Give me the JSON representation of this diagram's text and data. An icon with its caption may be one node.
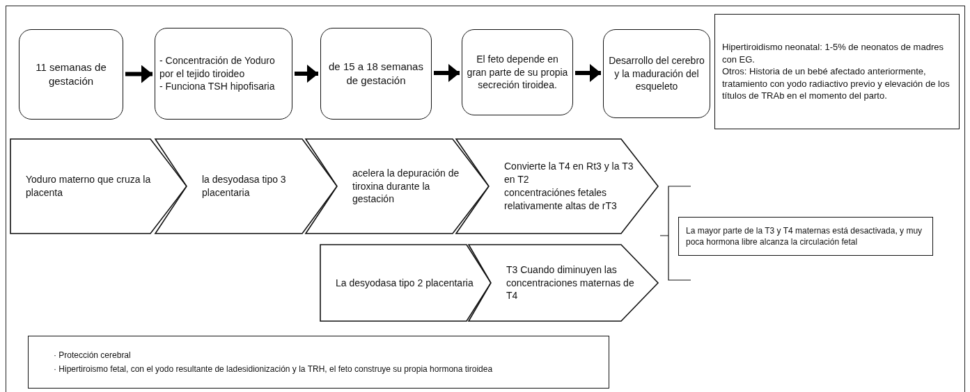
{
  "diagram": {
    "nodes": [
      {
        "text": [
          "11 semanas de gestación"
        ]
      },
      {
        "text": [
          "- Concentración de Yoduro por el tejido tiroideo",
          "- Funciona TSH hipofisaria"
        ]
      },
      {
        "text": [
          "de 15 a 18 semanas de gestación"
        ]
      },
      {
        "text": [
          "El feto depende en gran parte de su propia secreción tiroidea."
        ]
      },
      {
        "text": [
          "Desarrollo del cerebro y la maduración del esqueleto"
        ]
      },
      {
        "text": [
          "Hipertiroidismo neonatal: 1-5% de neonatos de madres con EG.",
          "Otros: Historia de un bebé afectado anteriormente, tratamiento con yodo radiactivo previo y elevación de los títulos de TRAb en el momento del parto."
        ]
      },
      {
        "text": [
          "Yoduro materno que cruza la placenta"
        ]
      },
      {
        "text": [
          "la desyodasa tipo 3 placentaria"
        ]
      },
      {
        "text": [
          "acelera la depuración de tiroxina durante la gestación"
        ]
      },
      {
        "text": [
          "Convierte la T4 en Rt3 y la T3 en T2",
          "concentraciónes fetales relativamente altas de rT3"
        ]
      },
      {
        "text": [
          "La desyodasa tipo 2 placentaria"
        ]
      },
      {
        "text": [
          "T3 Cuando diminuyen las concentraciones maternas de T4"
        ]
      },
      {
        "text": [
          "La mayor parte de la T3 y T4 maternas está desactivada, y muy poca hormona libre alcanza la circulación fetal"
        ]
      },
      {
        "text": [
          "· Protección cerebral",
          "· Hipertiroismo fetal, con el yodo resultante de ladesidionización y la TRH, el feto construye su propia hormona tiroidea"
        ]
      }
    ],
    "edges": [
      {
        "from": 0,
        "to": 1,
        "arrow": "to"
      },
      {
        "from": 1,
        "to": 2,
        "arrow": "to"
      },
      {
        "from": 2,
        "to": 3,
        "arrow": "to"
      },
      {
        "from": 3,
        "to": 4,
        "arrow": "to"
      }
    ]
  }
}
